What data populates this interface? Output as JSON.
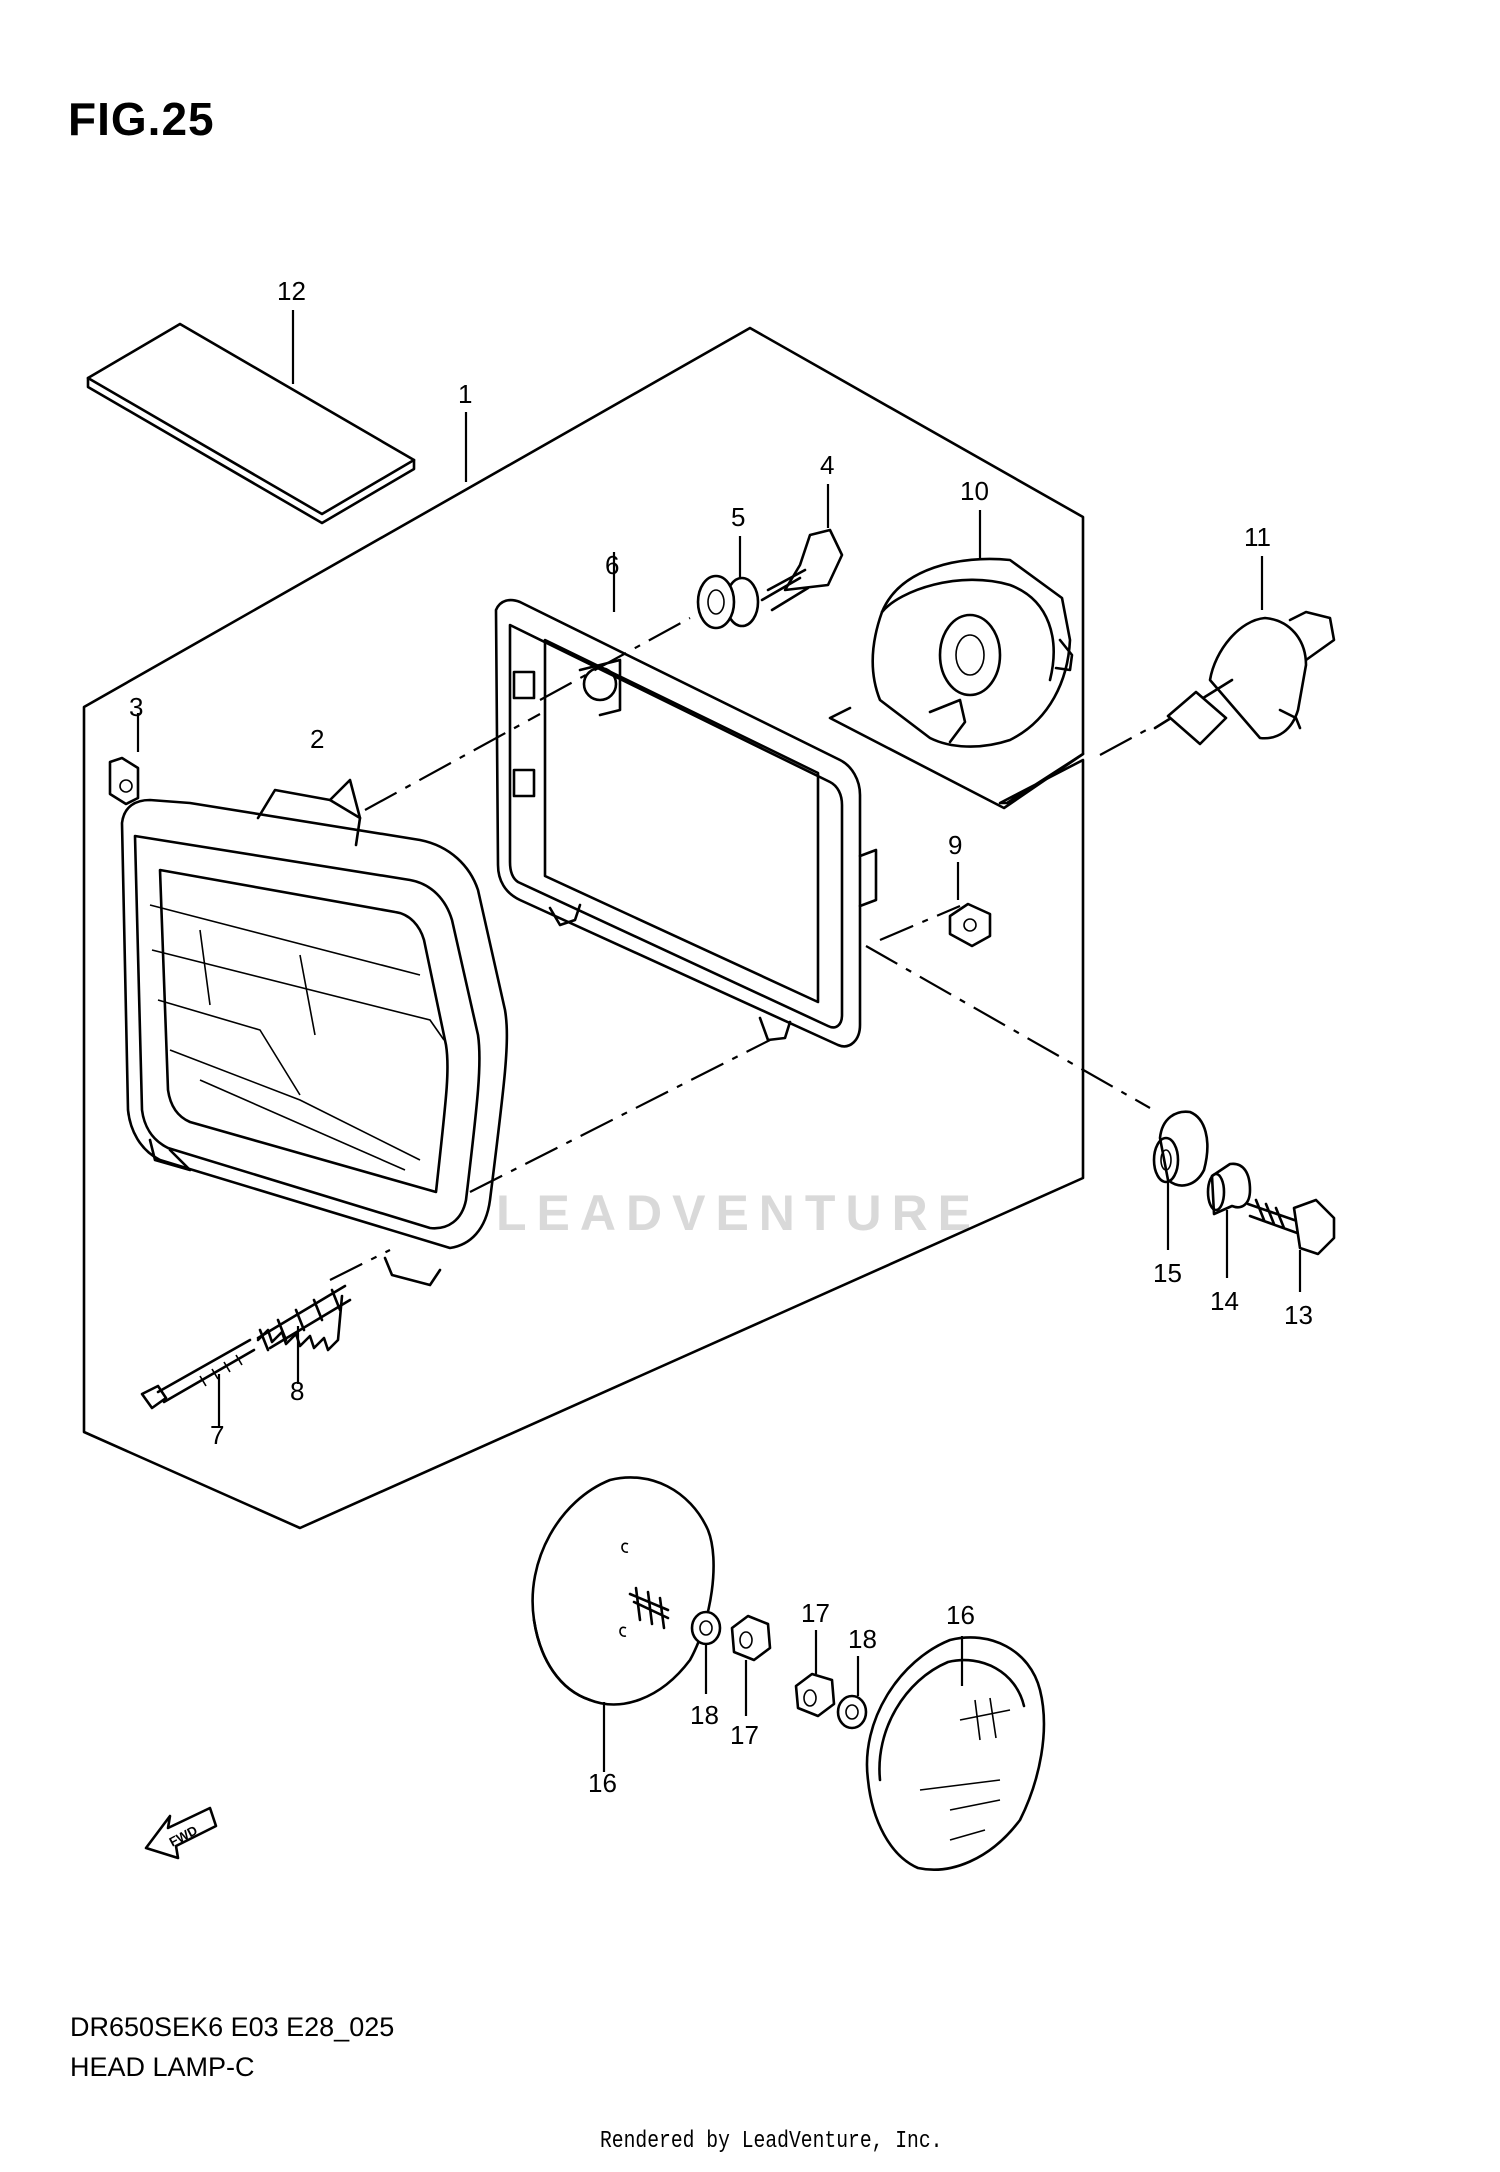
{
  "figure": {
    "title": "FIG.25"
  },
  "footer": {
    "model_code": "DR650SEK6 E03 E28_025",
    "part_name": "HEAD LAMP-C"
  },
  "credit": "Rendered by LeadVenture, Inc.",
  "watermark": "LEADVENTURE",
  "arrow_label": "FWD",
  "callouts": {
    "c1": "1",
    "c2": "2",
    "c3": "3",
    "c4": "4",
    "c5": "5",
    "c6": "6",
    "c7": "7",
    "c8": "8",
    "c9": "9",
    "c10": "10",
    "c11": "11",
    "c12": "12",
    "c13": "13",
    "c14": "14",
    "c15": "15",
    "c16a": "16",
    "c16b": "16",
    "c17a": "17",
    "c17b": "17",
    "c18a": "18",
    "c18b": "18"
  }
}
